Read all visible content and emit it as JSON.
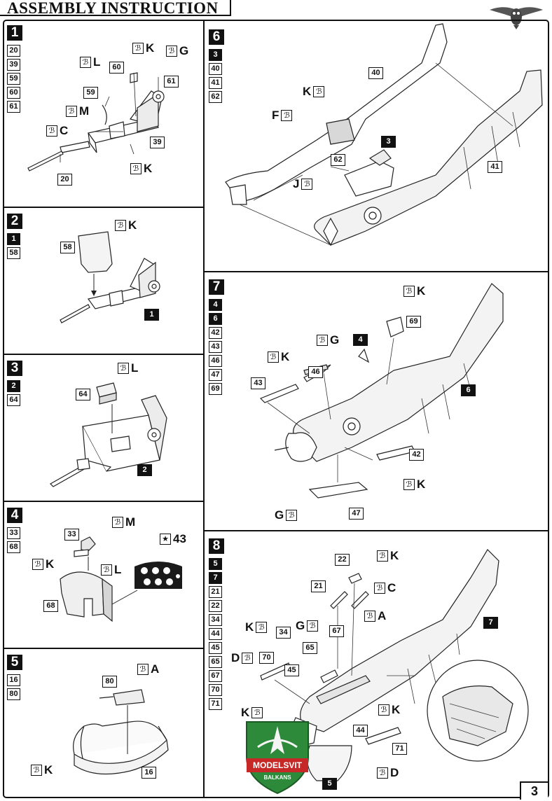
{
  "header": {
    "title": "ASSEMBLY INSTRUCTION"
  },
  "page_number": "3",
  "brand": {
    "logo_text_1": "MODELSVIT",
    "logo_text_2": "BALKANS"
  },
  "steps": {
    "s1": {
      "num": "1",
      "parts": [
        "20",
        "39",
        "59",
        "60",
        "61"
      ],
      "labels": {
        "p60": "60",
        "p61": "61",
        "p59": "59",
        "p39": "39",
        "p20": "20"
      },
      "paints": {
        "k1": "K",
        "g": "G",
        "l": "L",
        "m": "M",
        "c": "C",
        "k2": "K"
      }
    },
    "s2": {
      "num": "2",
      "parts": [
        "1",
        "58"
      ],
      "labels": {
        "p58": "58",
        "a1": "1"
      },
      "paints": {
        "k": "K"
      }
    },
    "s3": {
      "num": "3",
      "parts": [
        "2",
        "64"
      ],
      "labels": {
        "p64": "64",
        "a2": "2"
      },
      "paints": {
        "l": "L"
      }
    },
    "s4": {
      "num": "4",
      "parts": [
        "33",
        "68"
      ],
      "labels": {
        "p33": "33",
        "p68": "68",
        "decal": "43"
      },
      "paints": {
        "m": "M",
        "k": "K",
        "l": "L"
      }
    },
    "s5": {
      "num": "5",
      "parts": [
        "16",
        "80"
      ],
      "labels": {
        "p80": "80",
        "p16": "16"
      },
      "paints": {
        "a": "A",
        "k": "K"
      }
    },
    "s6": {
      "num": "6",
      "parts": [
        "3",
        "40",
        "41",
        "62"
      ],
      "labels": {
        "p40": "40",
        "a3": "3",
        "p62": "62",
        "p41": "41"
      },
      "paints": {
        "k": "K",
        "f": "F",
        "j": "J"
      }
    },
    "s7": {
      "num": "7",
      "parts": [
        "4",
        "6",
        "42",
        "43",
        "46",
        "47",
        "69"
      ],
      "labels": {
        "p69": "69",
        "p46": "46",
        "a4": "4",
        "p43": "43",
        "a6": "6",
        "p42": "42",
        "p47": "47"
      },
      "paints": {
        "k1": "K",
        "g1": "G",
        "k2": "K",
        "k3": "K",
        "g2": "G"
      }
    },
    "s8": {
      "num": "8",
      "parts": [
        "5",
        "7",
        "21",
        "22",
        "34",
        "44",
        "45",
        "65",
        "67",
        "70",
        "71"
      ],
      "labels": {
        "p22": "22",
        "p21": "21",
        "a7": "7",
        "p34": "34",
        "p67": "67",
        "p65": "65",
        "p70": "70",
        "p45": "45",
        "p44": "44",
        "p71": "71",
        "a5": "5"
      },
      "paints": {
        "k1": "K",
        "c": "C",
        "a": "A",
        "k2": "K",
        "g": "G",
        "d1": "D",
        "k3": "K",
        "k4": "K",
        "d2": "D"
      }
    }
  }
}
